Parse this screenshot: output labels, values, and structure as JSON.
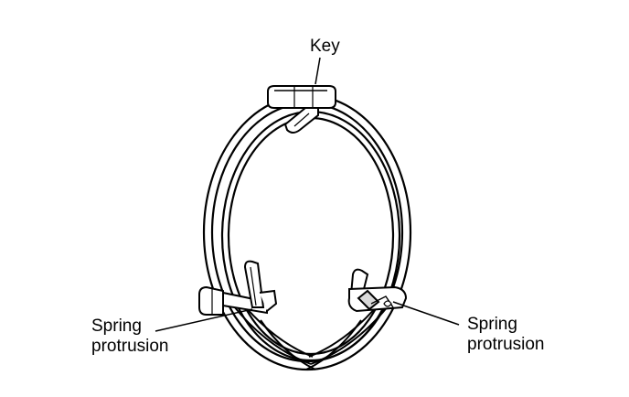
{
  "diagram": {
    "callouts": {
      "key": {
        "text": "Key"
      },
      "left_spring": {
        "line1": "Spring",
        "line2": "protrusion"
      },
      "right_spring": {
        "line1": "Spring",
        "line2": "protrusion"
      }
    },
    "colors": {
      "ink": "#000000",
      "paper": "#ffffff",
      "shade": "#d9d9d9"
    }
  }
}
